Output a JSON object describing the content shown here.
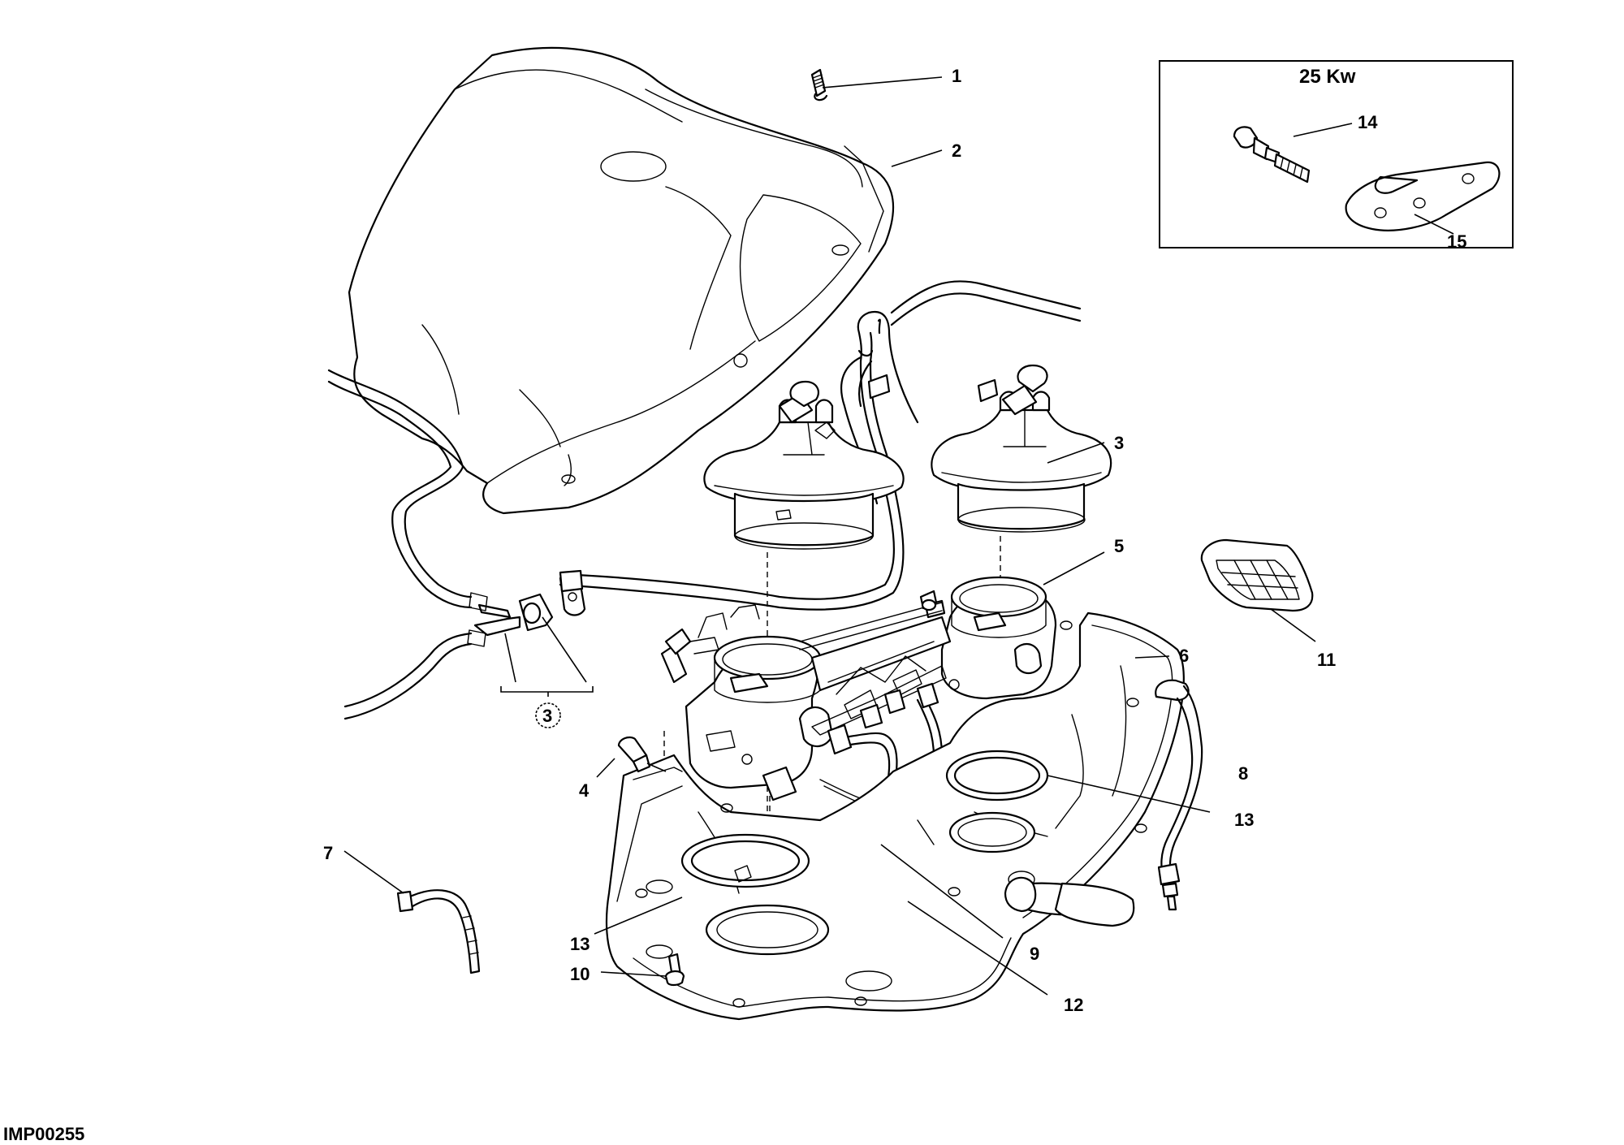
{
  "drawing_ref": "IMP00255",
  "inset": {
    "title": "25 Kw",
    "callouts": [
      "14",
      "15"
    ]
  },
  "callouts": {
    "c1": "1",
    "c2": "2",
    "c3": "3",
    "c4": "4",
    "c5": "5",
    "c6": "6",
    "c7": "7",
    "c8": "8",
    "c9": "9",
    "c10": "10",
    "c11": "11",
    "c12": "12",
    "c13a": "13",
    "c13b": "13",
    "c14": "14",
    "c15": "15",
    "c3_circled": "3"
  }
}
